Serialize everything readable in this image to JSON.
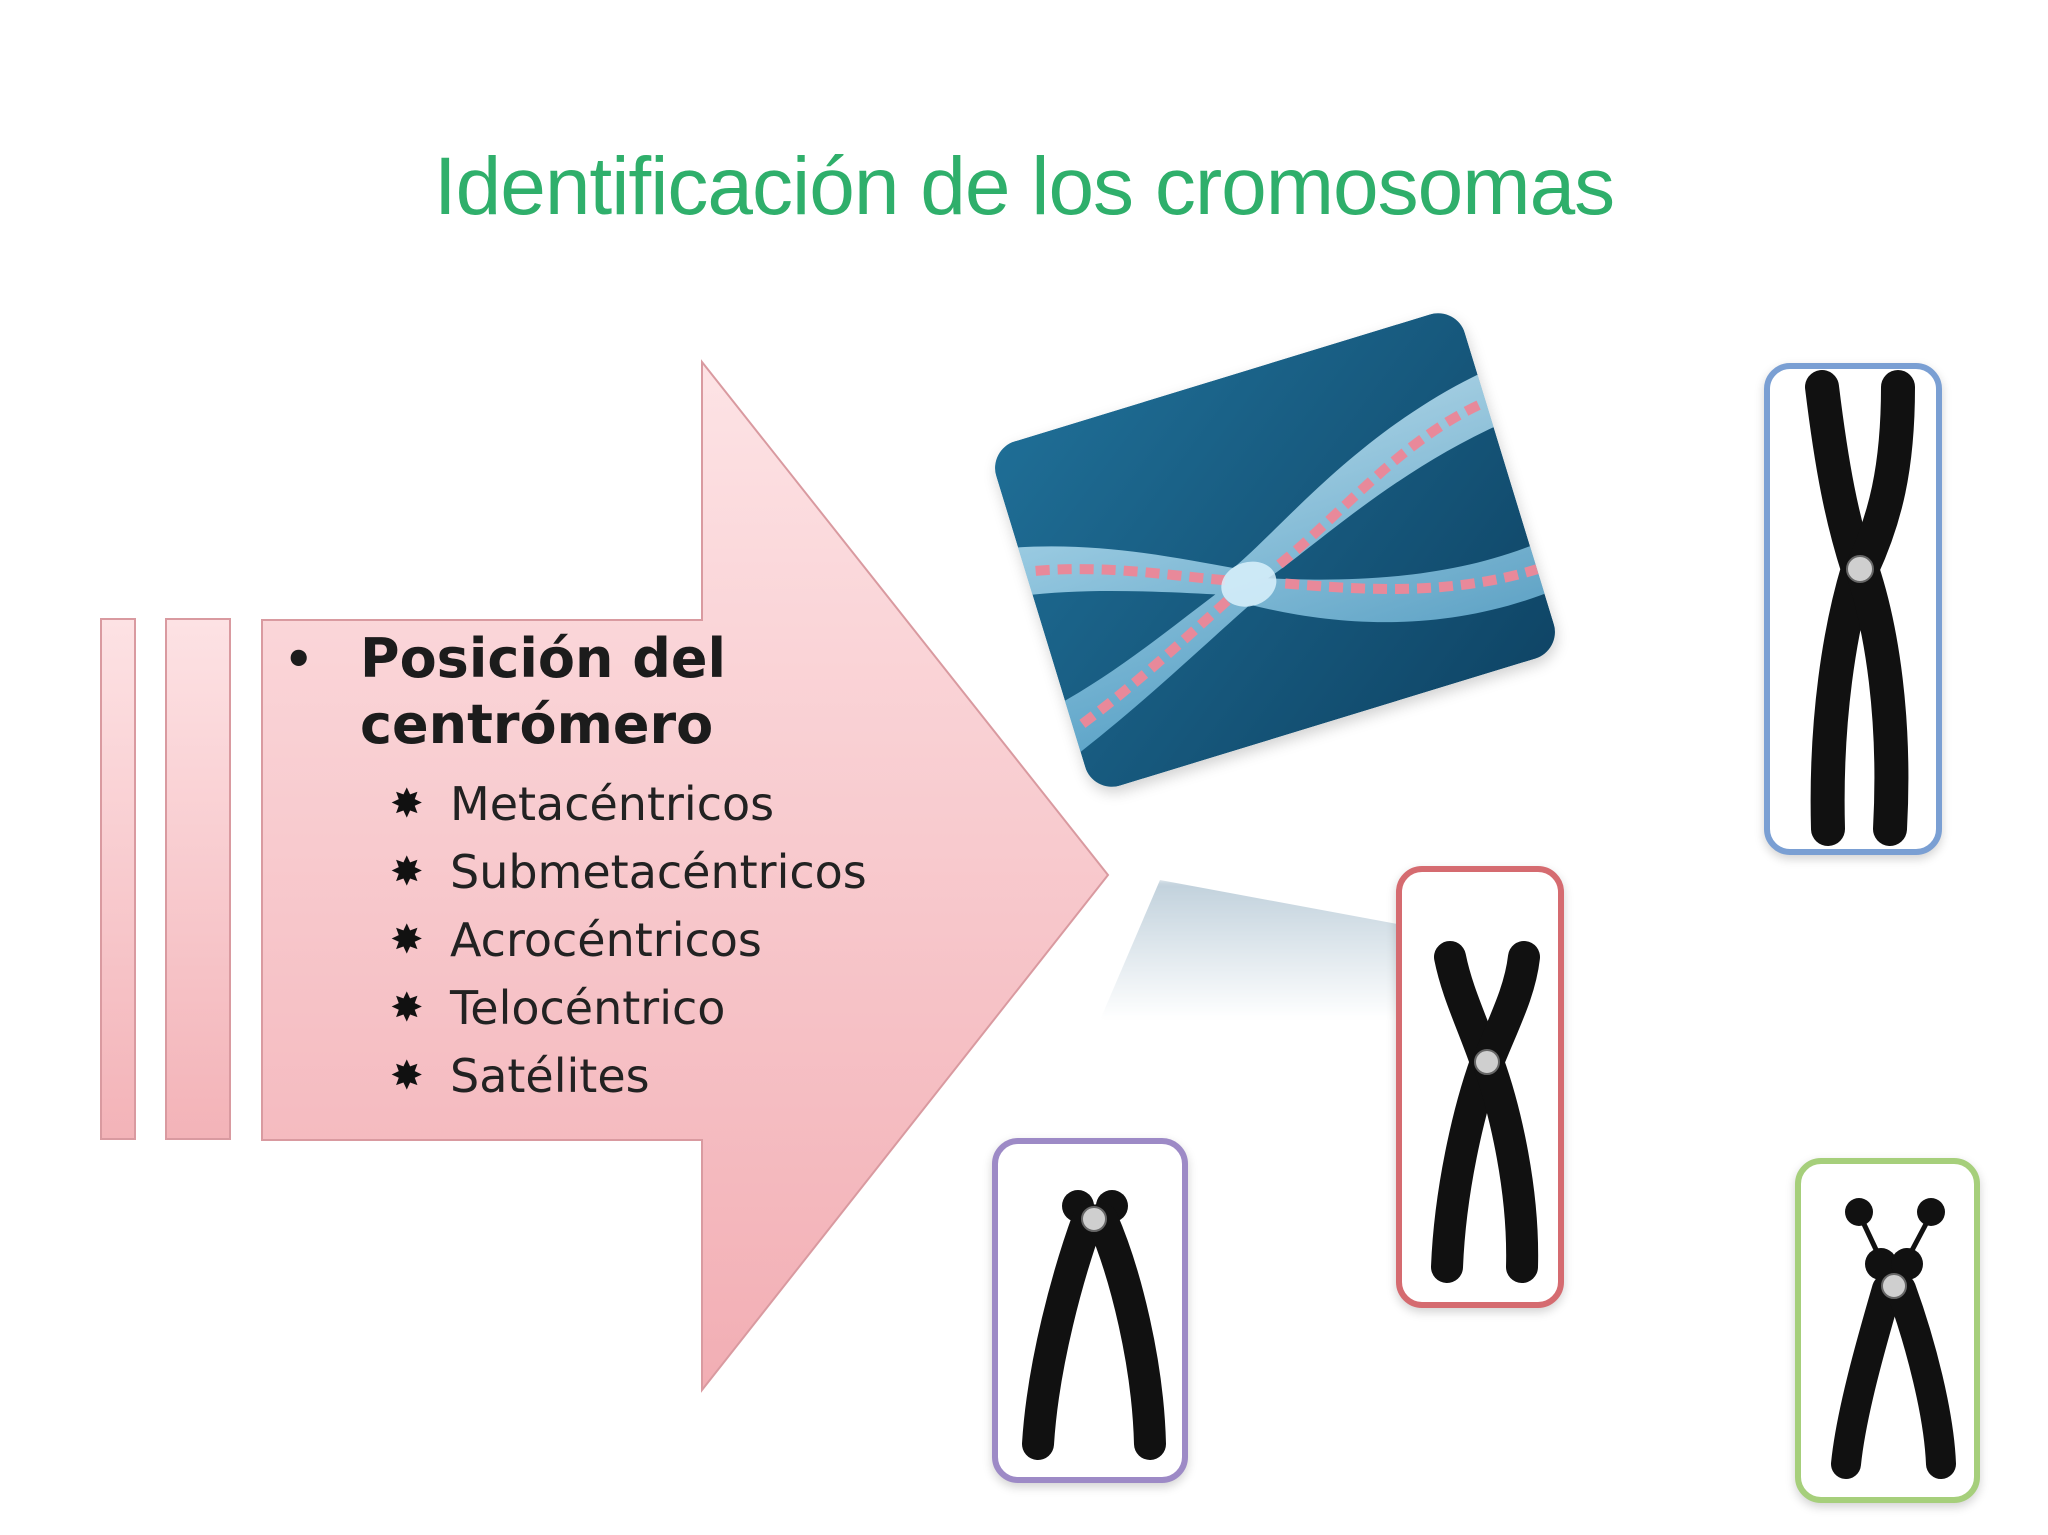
{
  "slide": {
    "title": "Identificación de los cromosomas"
  },
  "content": {
    "bullet_symbol": "•",
    "sub_bullet_symbol": "✸",
    "heading_line1": "Posición del",
    "heading_line2": "centrómero",
    "items": [
      "Metacéntricos",
      "Submetacéntricos",
      "Acrocéntricos",
      "Telocéntrico",
      "Satélites"
    ]
  },
  "colors": {
    "title": "#2faf6b",
    "arrow_fill_top": "#fde3e5",
    "arrow_fill_bottom": "#f2aeb4",
    "box_blue": "#7a9fd3",
    "box_red": "#d56b70",
    "box_purple": "#9d8ac6",
    "box_green": "#a6cf7b",
    "chromosome": "#111111"
  },
  "icons": {
    "photo": "chromosome-micrograph-image",
    "chromosome_types": [
      "metacentric-chromosome-icon",
      "submetacentric-chromosome-icon",
      "acrocentric-chromosome-icon",
      "satellite-chromosome-icon"
    ]
  }
}
